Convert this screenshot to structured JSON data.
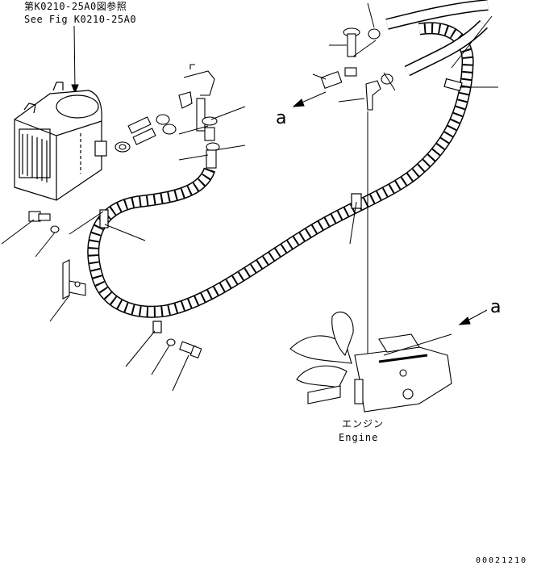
{
  "diagram": {
    "reference_line_jp": "第K0210-25A0図参照",
    "reference_line_en": "See Fig K0210-25A0",
    "view_marker_top": "a",
    "view_marker_right": "a",
    "engine_label_jp": "エンジン",
    "engine_label_en": "Engine",
    "figure_number": "00021210"
  },
  "colors": {
    "line": "#000000",
    "background": "#ffffff"
  }
}
